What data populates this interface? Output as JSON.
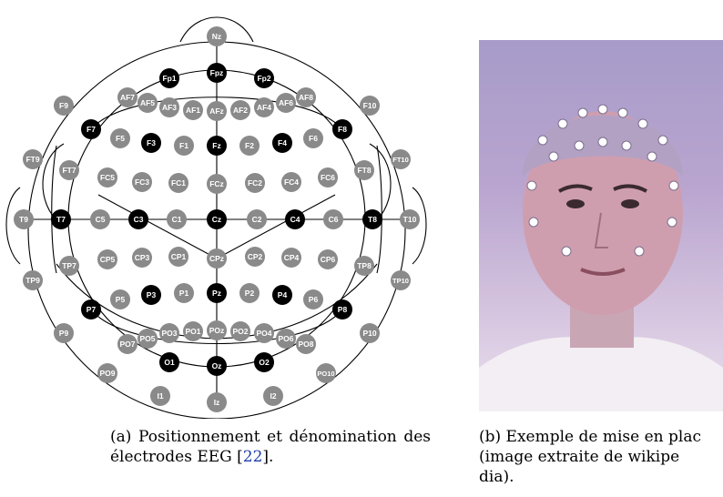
{
  "figure_a": {
    "caption_before": "(a) Positionnement et dénomination des électrodes EEG [",
    "caption_ref": "22",
    "caption_after": "].",
    "electrodes": [
      {
        "name": "Nz",
        "style": "grey"
      },
      {
        "name": "Fp1",
        "style": "black"
      },
      {
        "name": "Fpz",
        "style": "black"
      },
      {
        "name": "Fp2",
        "style": "black"
      },
      {
        "name": "AF7",
        "style": "grey"
      },
      {
        "name": "AF5",
        "style": "grey"
      },
      {
        "name": "AF3",
        "style": "grey"
      },
      {
        "name": "AF1",
        "style": "grey"
      },
      {
        "name": "AFz",
        "style": "grey"
      },
      {
        "name": "AF2",
        "style": "grey"
      },
      {
        "name": "AF4",
        "style": "grey"
      },
      {
        "name": "AF6",
        "style": "grey"
      },
      {
        "name": "AF8",
        "style": "grey"
      },
      {
        "name": "F9",
        "style": "grey"
      },
      {
        "name": "F7",
        "style": "black"
      },
      {
        "name": "F5",
        "style": "grey"
      },
      {
        "name": "F3",
        "style": "black"
      },
      {
        "name": "F1",
        "style": "grey"
      },
      {
        "name": "Fz",
        "style": "black"
      },
      {
        "name": "F2",
        "style": "grey"
      },
      {
        "name": "F4",
        "style": "black"
      },
      {
        "name": "F6",
        "style": "grey"
      },
      {
        "name": "F8",
        "style": "black"
      },
      {
        "name": "F10",
        "style": "grey"
      },
      {
        "name": "FT9",
        "style": "grey"
      },
      {
        "name": "FT7",
        "style": "grey"
      },
      {
        "name": "FC5",
        "style": "grey"
      },
      {
        "name": "FC3",
        "style": "grey"
      },
      {
        "name": "FC1",
        "style": "grey"
      },
      {
        "name": "FCz",
        "style": "grey"
      },
      {
        "name": "FC2",
        "style": "grey"
      },
      {
        "name": "FC4",
        "style": "grey"
      },
      {
        "name": "FC6",
        "style": "grey"
      },
      {
        "name": "FT8",
        "style": "grey"
      },
      {
        "name": "FT10",
        "style": "grey"
      },
      {
        "name": "T9",
        "style": "grey"
      },
      {
        "name": "T7",
        "style": "black"
      },
      {
        "name": "C5",
        "style": "grey"
      },
      {
        "name": "C3",
        "style": "black"
      },
      {
        "name": "C1",
        "style": "grey"
      },
      {
        "name": "Cz",
        "style": "black"
      },
      {
        "name": "C2",
        "style": "grey"
      },
      {
        "name": "C4",
        "style": "black"
      },
      {
        "name": "C6",
        "style": "grey"
      },
      {
        "name": "T8",
        "style": "black"
      },
      {
        "name": "T10",
        "style": "grey"
      },
      {
        "name": "TP7",
        "style": "grey"
      },
      {
        "name": "CP5",
        "style": "grey"
      },
      {
        "name": "CP3",
        "style": "grey"
      },
      {
        "name": "CP1",
        "style": "grey"
      },
      {
        "name": "CPz",
        "style": "grey"
      },
      {
        "name": "CP2",
        "style": "grey"
      },
      {
        "name": "CP4",
        "style": "grey"
      },
      {
        "name": "CP6",
        "style": "grey"
      },
      {
        "name": "TP8",
        "style": "grey"
      },
      {
        "name": "TP9",
        "style": "grey"
      },
      {
        "name": "TP10",
        "style": "grey"
      },
      {
        "name": "P7",
        "style": "black"
      },
      {
        "name": "P5",
        "style": "grey"
      },
      {
        "name": "P3",
        "style": "black"
      },
      {
        "name": "P1",
        "style": "grey"
      },
      {
        "name": "Pz",
        "style": "black"
      },
      {
        "name": "P2",
        "style": "grey"
      },
      {
        "name": "P4",
        "style": "black"
      },
      {
        "name": "P6",
        "style": "grey"
      },
      {
        "name": "P8",
        "style": "black"
      },
      {
        "name": "P9",
        "style": "grey"
      },
      {
        "name": "P10",
        "style": "grey"
      },
      {
        "name": "PO7",
        "style": "grey"
      },
      {
        "name": "PO5",
        "style": "grey"
      },
      {
        "name": "PO3",
        "style": "grey"
      },
      {
        "name": "PO1",
        "style": "grey"
      },
      {
        "name": "POz",
        "style": "grey"
      },
      {
        "name": "PO2",
        "style": "grey"
      },
      {
        "name": "PO4",
        "style": "grey"
      },
      {
        "name": "PO6",
        "style": "grey"
      },
      {
        "name": "PO8",
        "style": "grey"
      },
      {
        "name": "O1",
        "style": "black"
      },
      {
        "name": "Oz",
        "style": "black"
      },
      {
        "name": "O2",
        "style": "black"
      },
      {
        "name": "PO9",
        "style": "grey"
      },
      {
        "name": "PO10",
        "style": "grey"
      },
      {
        "name": "I1",
        "style": "grey"
      },
      {
        "name": "Iz",
        "style": "grey"
      },
      {
        "name": "I2",
        "style": "grey"
      }
    ]
  },
  "figure_b": {
    "caption": "(b) Exemple de mise en plac",
    "caption_line2": "(image  extraite  de  wikipe",
    "caption_line3": "dia)."
  },
  "colors": {
    "electrode_black": "#000000",
    "electrode_grey": "#8a8a8a",
    "line": "#000000",
    "citation": "#1f3fae"
  }
}
